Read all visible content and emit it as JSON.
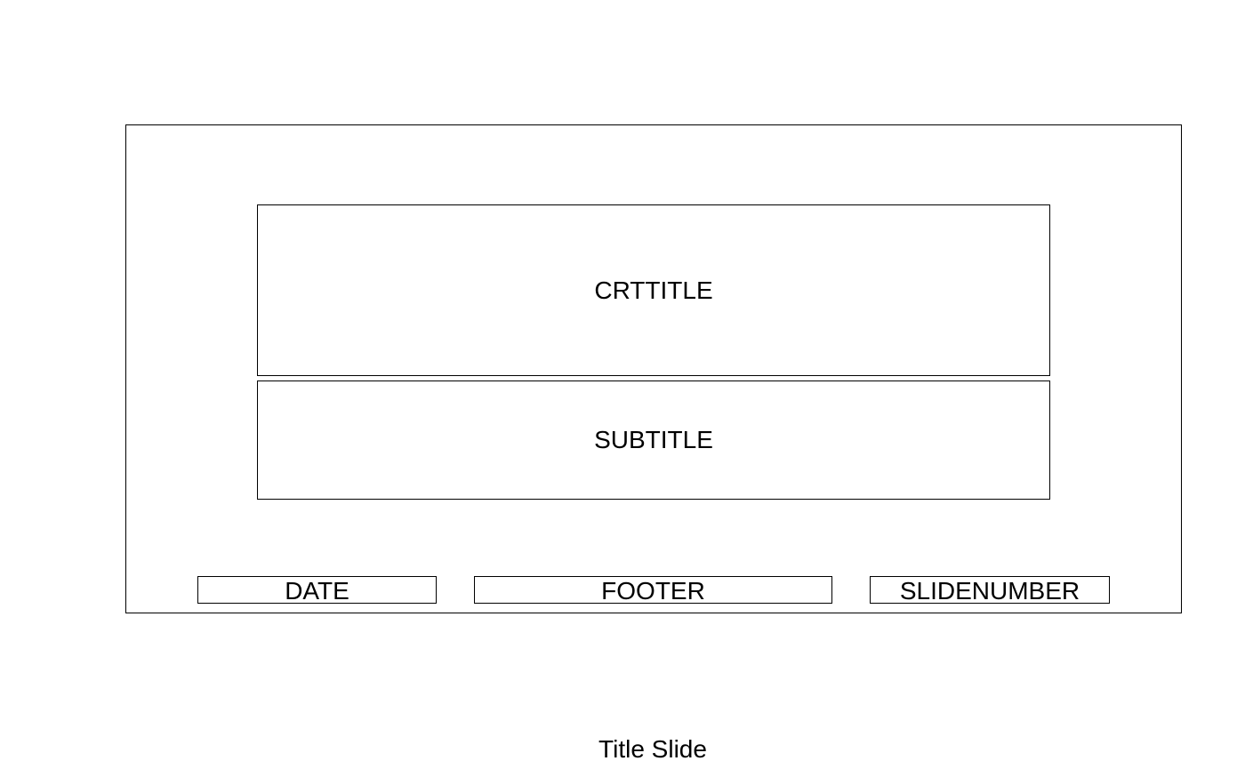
{
  "layout": {
    "title_placeholder": "CRTTITLE",
    "subtitle_placeholder": "SUBTITLE",
    "date_placeholder": "DATE",
    "footer_placeholder": "FOOTER",
    "slide_number_placeholder": "SLIDENUMBER"
  },
  "caption": "Title Slide"
}
